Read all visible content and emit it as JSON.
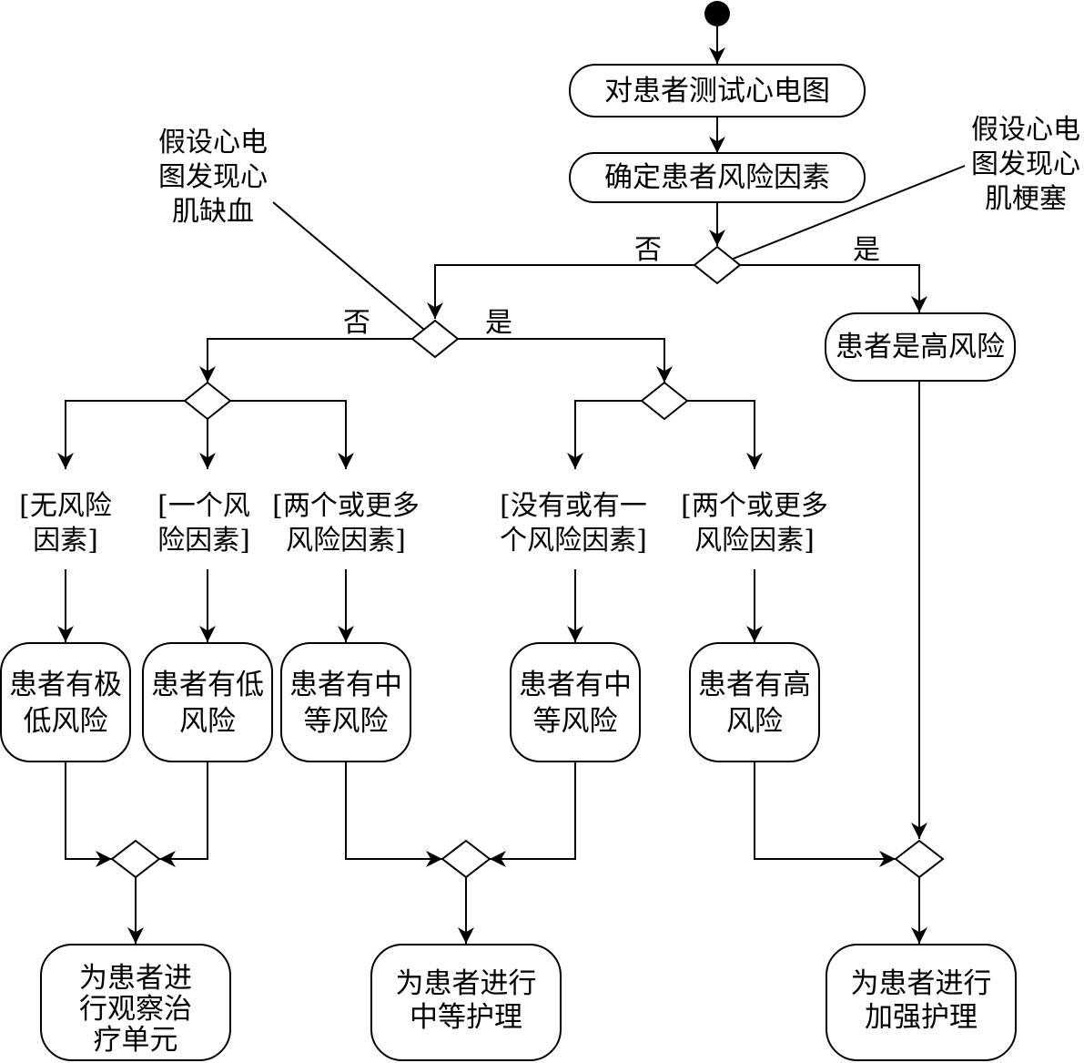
{
  "nodes": {
    "test_ecg": "对患者测试心电图",
    "risk_factors": "确定患者风险因素",
    "high_risk_mi": "患者是高风险",
    "very_low_risk_1": "患者有极",
    "very_low_risk_2": "低风险",
    "low_risk_1": "患者有低",
    "low_risk_2": "风险",
    "mid_risk_a_1": "患者有中",
    "mid_risk_a_2": "等风险",
    "mid_risk_b_1": "患者有中",
    "mid_risk_b_2": "等风险",
    "high_risk_1": "患者有高",
    "high_risk_2": "风险",
    "observe_1": "为患者进",
    "observe_2": "行观察治",
    "observe_3": "疗单元",
    "moderate_1": "为患者进行",
    "moderate_2": "中等护理",
    "intensive_1": "为患者进行",
    "intensive_2": "加强护理"
  },
  "notes": {
    "ischemia_1": "假设心电",
    "ischemia_2": "图发现心",
    "ischemia_3": "肌缺血",
    "infarction_1": "假设心电",
    "infarction_2": "图发现心",
    "infarction_3": "肌梗塞"
  },
  "guards": {
    "top_no": "否",
    "top_yes": "是",
    "mid_no": "否",
    "mid_yes": "是",
    "no_risk_1": "[无风险",
    "no_risk_2": "因素]",
    "one_risk_1": "[一个风",
    "one_risk_2": "险因素]",
    "two_more_a_1": "[两个或更多",
    "two_more_a_2": "风险因素]",
    "zero_or_one_1": "[没有或有一",
    "zero_or_one_2": "个风险因素]",
    "two_more_b_1": "[两个或更多",
    "two_more_b_2": "风险因素]"
  }
}
